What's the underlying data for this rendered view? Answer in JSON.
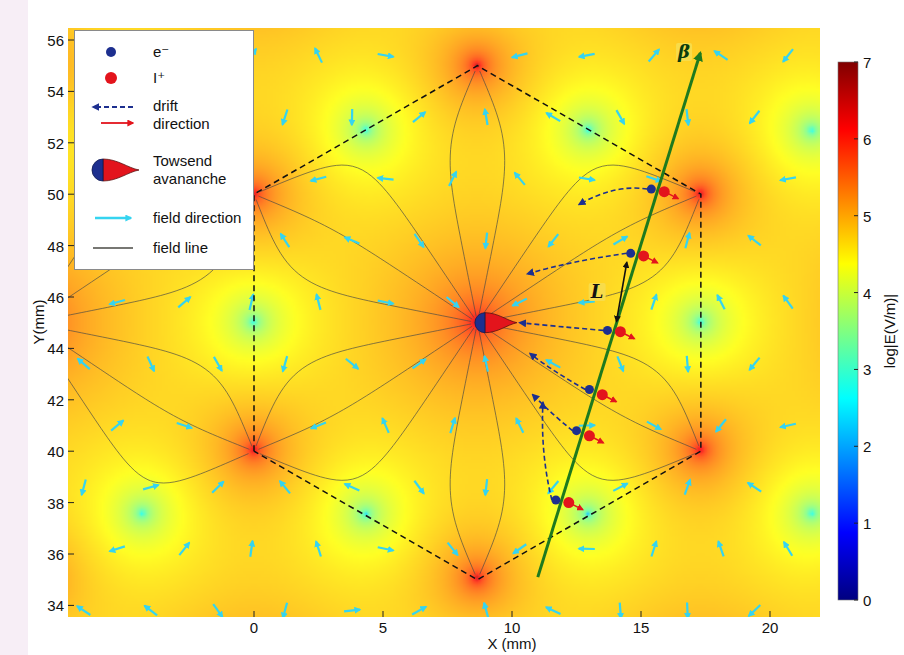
{
  "diagram": {
    "labels": [
      "56",
      "54",
      "52",
      "50",
      "48",
      "46",
      "44",
      "42",
      "40",
      "38",
      "36",
      "34",
      "0",
      "5",
      "10",
      "15",
      "20",
      "Y(mm)",
      "X (mm)",
      "7",
      "6",
      "5",
      "4",
      "3",
      "2",
      "1",
      "0",
      "log|E(V/m)|",
      "β",
      "L"
    ],
    "legend": [
      {
        "text": "e⁻",
        "color": "#1d2f8f"
      },
      {
        "text": "I⁺",
        "color": "#e3141c"
      },
      {
        "text": "drift direction"
      },
      {
        "text": "Towsend avananche"
      },
      {
        "text": "field direction"
      },
      {
        "text": "field line"
      }
    ]
  }
}
